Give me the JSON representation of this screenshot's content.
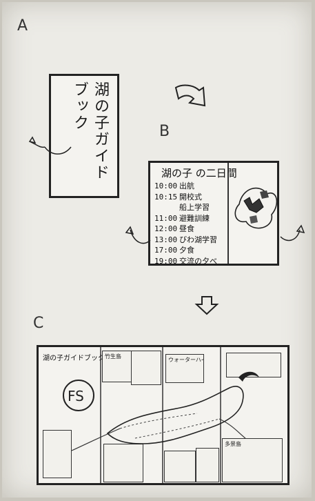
{
  "labels": {
    "a": "A",
    "b": "B",
    "c": "C"
  },
  "cover": {
    "title": "湖の子ガイドブック"
  },
  "schedule": {
    "title": "湖の子  の二日間",
    "items": [
      {
        "time": "10:00",
        "text": "出航"
      },
      {
        "time": "10:15",
        "text": "開校式"
      },
      {
        "time": "",
        "text": "船上学習"
      },
      {
        "time": "11:00",
        "text": "避難訓練"
      },
      {
        "time": "12:00",
        "text": "昼食"
      },
      {
        "time": "13:00",
        "text": "びわ湖学習"
      },
      {
        "time": "17:00",
        "text": "夕食"
      },
      {
        "time": "19:00",
        "text": "交流の夕べ"
      }
    ]
  },
  "map": {
    "title": "湖の子ガイドブック",
    "badge": "FS",
    "panels": {
      "top1": "竹生島",
      "top2": "",
      "top3": "ウォーターハイク",
      "top4": "",
      "left": "",
      "bottom1": "",
      "bottom2": "",
      "bottom3": "",
      "right": "多景島"
    }
  }
}
